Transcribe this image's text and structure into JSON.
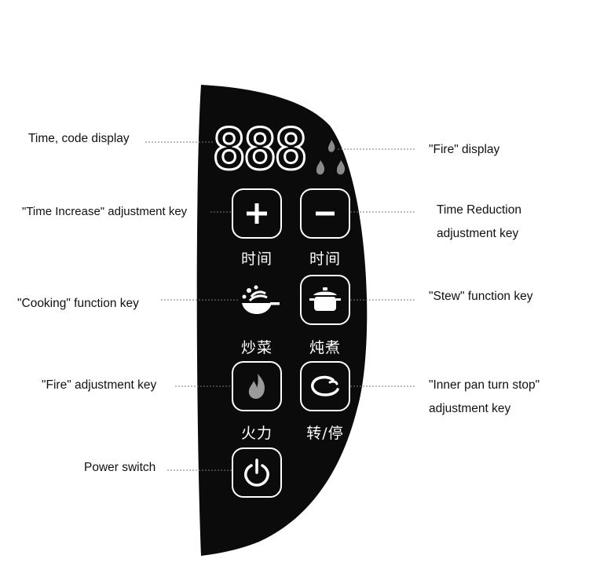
{
  "labels": {
    "time_display": "Time, code display",
    "fire_display": "\"Fire\" display",
    "time_increase": "\"Time Increase\" adjustment key",
    "time_reduction_line1": "Time Reduction",
    "time_reduction_line2": "adjustment key",
    "cooking": "\"Cooking\" function key",
    "stew": "\"Stew\" function key",
    "fire_adjust": "\"Fire\" adjustment key",
    "inner_pan_line1": "\"Inner pan turn stop\"",
    "inner_pan_line2": "adjustment key",
    "power": "Power switch"
  },
  "panel": {
    "display_digits": "888",
    "key_time_increase": "时间",
    "key_time_reduction": "时间",
    "key_cooking": "炒菜",
    "key_stew": "炖煮",
    "key_fire": "火力",
    "key_turn_stop": "转/停"
  },
  "icons": {
    "plus": "plus-icon",
    "minus": "minus-icon",
    "wok": "wok-icon",
    "pot": "pot-icon",
    "flame": "flame-icon",
    "rotate": "rotate-icon",
    "power": "power-icon"
  },
  "colors": {
    "panel": "#0b0b0b",
    "key_border": "#ffffff",
    "label_text": "#111111",
    "leader": "#777777"
  }
}
